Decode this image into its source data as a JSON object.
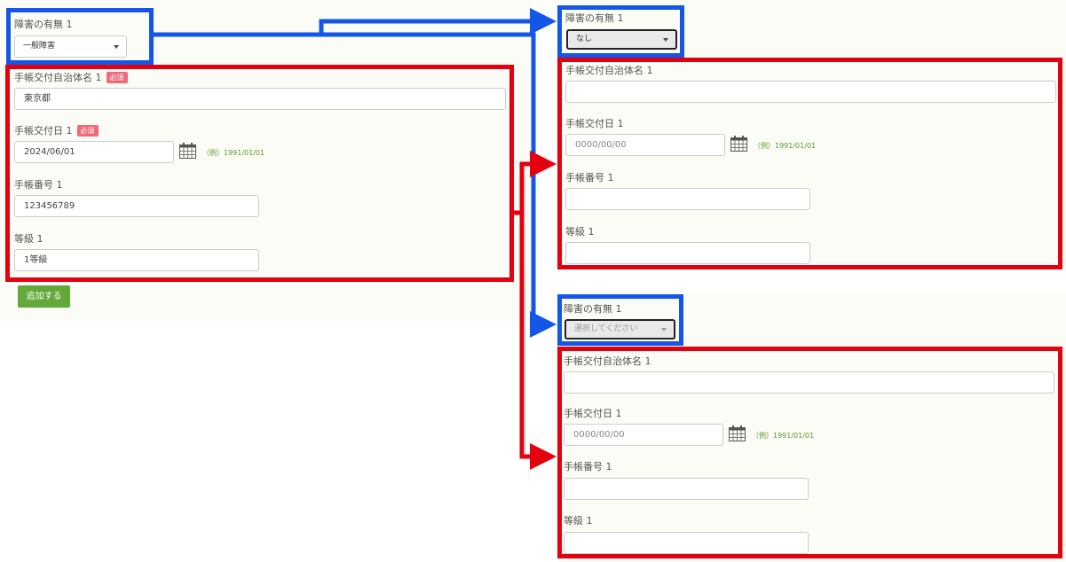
{
  "forms": [
    {
      "disability_label": "障害の有無 1",
      "disability_value": "一般障害",
      "municipality_label": "手帳交付自治体名 1",
      "required_badge": "必須",
      "municipality_value": "東京都",
      "issue_date_label": "手帳交付日 1",
      "issue_date_value": "2024/06/01",
      "issue_date_hint": "（例）1991/01/01",
      "number_label": "手帳番号 1",
      "number_value": "123456789",
      "grade_label": "等級 1",
      "grade_value": "1等級",
      "add_button": "追加する"
    },
    {
      "disability_label": "障害の有無 1",
      "disability_value": "なし",
      "municipality_label": "手帳交付自治体名 1",
      "issue_date_label": "手帳交付日 1",
      "issue_date_placeholder": "0000/00/00",
      "issue_date_hint": "（例）1991/01/01",
      "number_label": "手帳番号 1",
      "grade_label": "等級 1"
    },
    {
      "disability_label": "障害の有無 1",
      "disability_placeholder": "選択してください",
      "municipality_label": "手帳交付自治体名 1",
      "issue_date_label": "手帳交付日 1",
      "issue_date_placeholder": "0000/00/00",
      "issue_date_hint": "（例）1991/01/01",
      "number_label": "手帳番号 1",
      "grade_label": "等級 1"
    }
  ],
  "colors": {
    "highlight_blue": "#1356e8",
    "highlight_red": "#e3000f",
    "required_badge": "#ee6a79",
    "add_button": "#62a83a",
    "hint_text": "#5a9a2a"
  }
}
